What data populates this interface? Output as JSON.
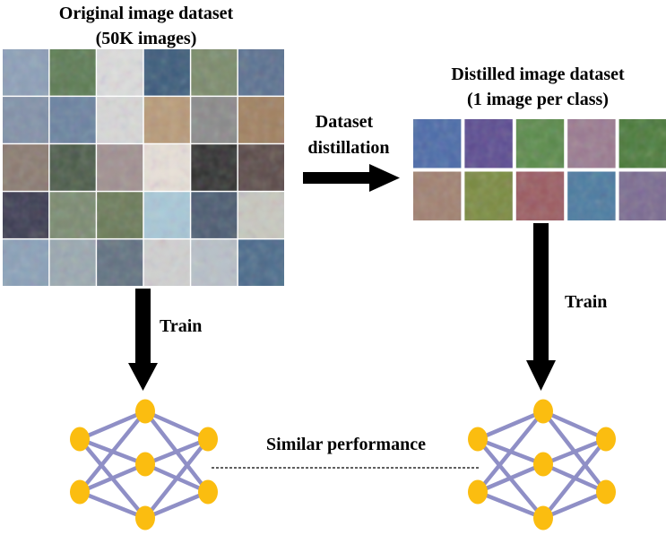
{
  "original_dataset": {
    "title_line1": "Original image dataset",
    "title_line2": "(50K images)"
  },
  "distilled_dataset": {
    "title_line1": "Distilled image dataset",
    "title_line2": "(1 image per class)"
  },
  "distillation_arrow": {
    "label_line1": "Dataset",
    "label_line2": "distillation"
  },
  "train_left": {
    "label": "Train"
  },
  "train_right": {
    "label": "Train"
  },
  "comparison": {
    "label": "Similar performance"
  },
  "colors": {
    "arrow": "#000000",
    "network_edge": "#8f8fc6",
    "network_node": "#fbbd10",
    "dashed_line": "#000000"
  },
  "original_grid": {
    "rows": 5,
    "cols": 6,
    "tiles": [
      [
        "#8c9fb8",
        "#5b7a52",
        "#dcdcdc",
        "#3a5a7a",
        "#7a8a6a",
        "#5a7090"
      ],
      [
        "#8090a8",
        "#6a82a0",
        "#d8d8d8",
        "#b89a78",
        "#8a8a8a",
        "#a08060"
      ],
      [
        "#8a7a70",
        "#4a5a48",
        "#a09090",
        "#e8e0d8",
        "#303030",
        "#5a4a48"
      ],
      [
        "#3a3a50",
        "#7a8a70",
        "#6a7a58",
        "#a8c8d8",
        "#4a5a70",
        "#c8c8c0"
      ],
      [
        "#8aa0b8",
        "#9aa8b0",
        "#607080",
        "#d0d0d0",
        "#b8c0c8",
        "#4a6a8a"
      ]
    ]
  },
  "distilled_grid": {
    "rows": 2,
    "cols": 5,
    "tiles": [
      [
        "#4a6aa8",
        "#5a4a90",
        "#5a8a4a",
        "#9a7a90",
        "#4a7a3a"
      ],
      [
        "#a08070",
        "#7a8a40",
        "#9a5a60",
        "#4a7aa0",
        "#7a6a90"
      ]
    ]
  },
  "network": {
    "layers": [
      2,
      3,
      2
    ]
  }
}
